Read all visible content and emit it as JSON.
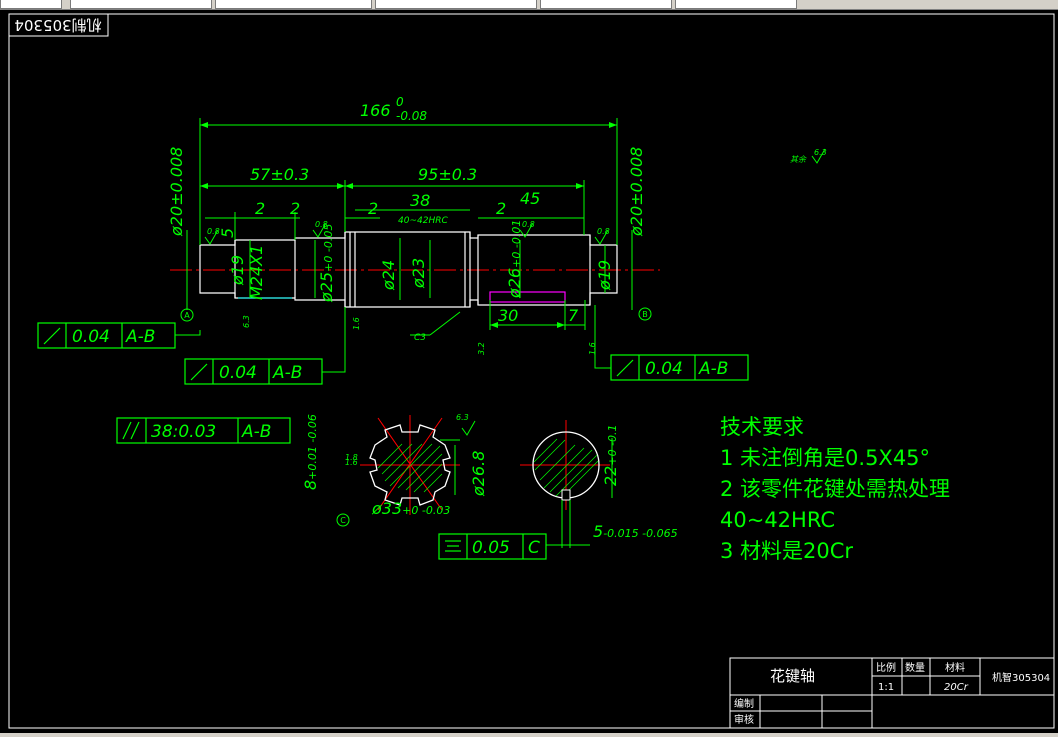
{
  "window": {
    "stamp_text": "机制305304",
    "stamp_rotated": true
  },
  "dims": {
    "overall": "166",
    "overall_sup": "0",
    "overall_sub": "-0.08",
    "left_len": "57",
    "left_tol": "±0.3",
    "right_len": "95",
    "right_tol": "±0.3",
    "d2a": "2",
    "d2b": "2",
    "d2c": "2",
    "d2d": "2",
    "d38": "38",
    "d45": "45",
    "d30": "30",
    "d7": "7",
    "hardness_small": "40~42HRC",
    "phi20_left": "ø20",
    "phi20_tol": "±0.008",
    "phi20_right": "ø20",
    "phi24": "ø24",
    "phi23": "ø23",
    "phi19": "ø19",
    "phi25": "ø25",
    "phi25_tol": "+0 -0.05",
    "phi26": "ø26",
    "phi26_tol": "+0 -0.01",
    "phi19b": "ø19",
    "m24": "M24X1",
    "five": "5",
    "phi33": "ø33",
    "phi33_tol": "+0 -0.03",
    "phi26_8": "ø26.8",
    "eight": "8",
    "eight_tol": "+0.01 -0.06",
    "twentytwo": "22",
    "twentytwo_tol": "+0 -0.1",
    "five_kw": "5",
    "five_kw_tol": "-0.015 -0.065",
    "one_eight": "1.8",
    "c3": "C3"
  },
  "roughness": [
    "0.8",
    "0.8",
    "0.8",
    "0.8",
    "6.3",
    "6.3",
    "3.2",
    "1.6",
    "6.3",
    "1.6",
    "1.6",
    "1.8"
  ],
  "roughness_rest": {
    "label": "其余",
    "value": "6.3"
  },
  "datums": [
    "A",
    "B",
    "C"
  ],
  "tolerance_frames": [
    {
      "symbol": "runout",
      "value": "0.04",
      "datum": "A-B"
    },
    {
      "symbol": "runout",
      "value": "0.04",
      "datum": "A-B"
    },
    {
      "symbol": "runout",
      "value": "0.04",
      "datum": "A-B"
    },
    {
      "symbol": "parallel",
      "value": "38:0.03",
      "datum": "A-B"
    },
    {
      "symbol": "symmetry",
      "value": "0.05",
      "datum": "C"
    }
  ],
  "tech": {
    "heading": "技术要求",
    "line1": "1  未注倒角是0.5X45°",
    "line2": "2 该零件花键处需热处理",
    "line3": "40~42HRC",
    "line4": "3  材料是20Cr"
  },
  "title_block": {
    "part_name": "花键轴",
    "h_scale": "比例",
    "h_qty": "数量",
    "h_material": "材料",
    "scale": "1:1",
    "material": "20Cr",
    "drawing_no": "机智305304",
    "draw": "编制",
    "check": "审核"
  },
  "colors": {
    "line": "#00ff00",
    "red": "#ff0000",
    "white": "#ffffff",
    "magenta": "#ff00ff",
    "cyan": "#00ffff",
    "background": "#000000"
  }
}
